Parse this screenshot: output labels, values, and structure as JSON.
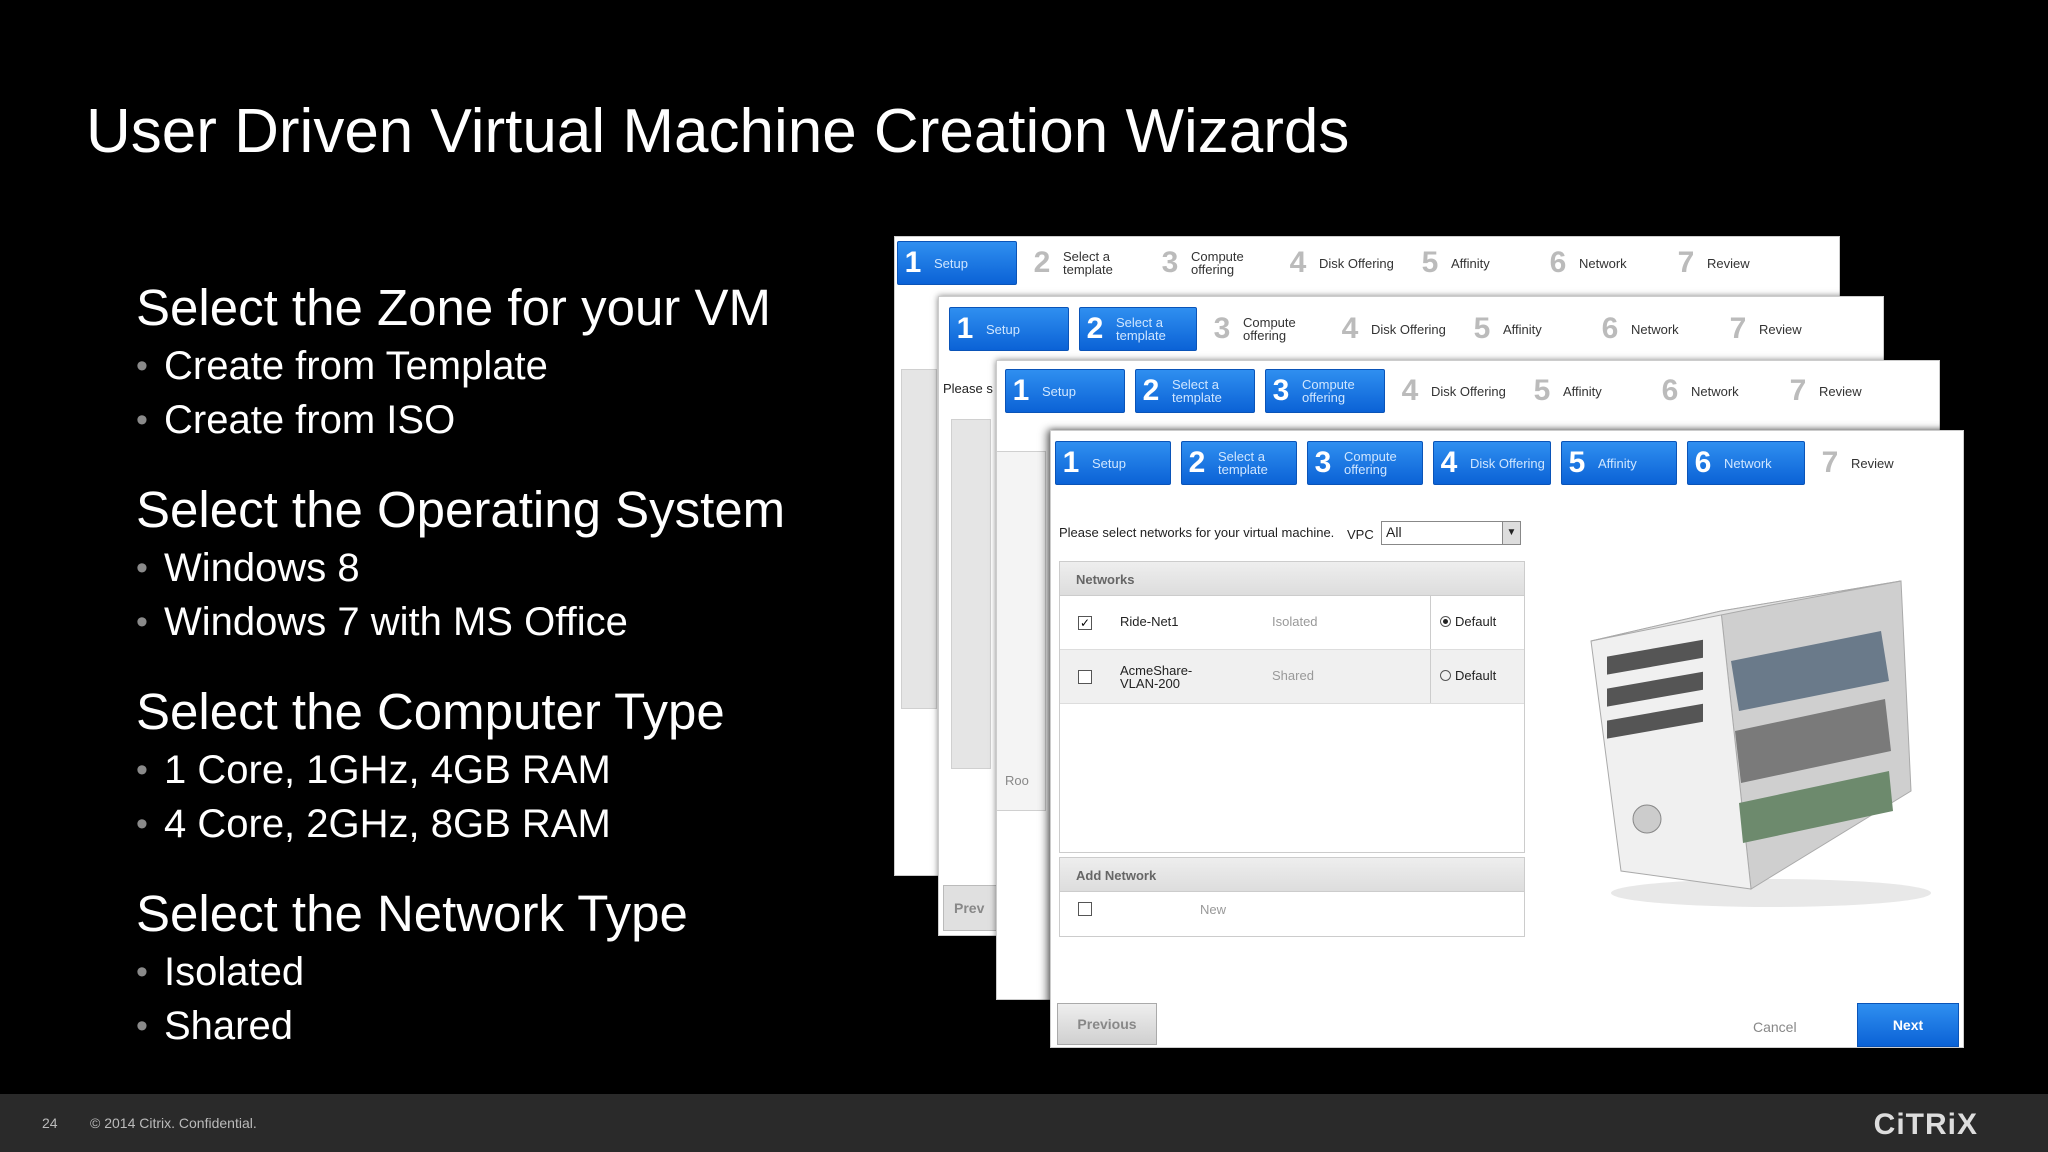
{
  "slide": {
    "title": "User Driven Virtual Machine Creation Wizards",
    "page_number": "24",
    "copyright": "© 2014 Citrix. Confidential.",
    "logo_text": "CiTRiX"
  },
  "sections": [
    {
      "heading": "Select the Zone for your VM",
      "items": [
        "Create from Template",
        "Create from ISO"
      ]
    },
    {
      "heading": "Select the Operating System",
      "items": [
        "Windows 8",
        "Windows 7 with MS Office"
      ]
    },
    {
      "heading": "Select the Computer Type",
      "items": [
        "1 Core, 1GHz, 4GB RAM",
        "4 Core, 2GHz, 8GB RAM"
      ]
    },
    {
      "heading": "Select the Network Type",
      "items": [
        "Isolated",
        "Shared"
      ]
    }
  ],
  "wizard": {
    "steps": [
      {
        "num": "1",
        "label": "Setup"
      },
      {
        "num": "2",
        "label": "Select a\ntemplate"
      },
      {
        "num": "3",
        "label": "Compute\noffering"
      },
      {
        "num": "4",
        "label": "Disk Offering"
      },
      {
        "num": "5",
        "label": "Affinity"
      },
      {
        "num": "6",
        "label": "Network"
      },
      {
        "num": "7",
        "label": "Review"
      }
    ],
    "fragment_please": "Please s",
    "fragment_roo": "Roo",
    "fragment_prev": "Prev",
    "instruction": "Please select networks for your virtual machine.",
    "vpc_label": "VPC",
    "vpc_value": "All",
    "networks_header": "Networks",
    "networks": [
      {
        "checked": "✓",
        "name": "Ride-Net1",
        "type": "Isolated",
        "default_label": "Default",
        "default_on": true
      },
      {
        "checked": "",
        "name": "AcmeShare-\nVLAN-200",
        "type": "Shared",
        "default_label": "Default",
        "default_on": false
      }
    ],
    "add_network_header": "Add Network",
    "add_network_row": "New",
    "previous_label": "Previous",
    "cancel_label": "Cancel",
    "next_label": "Next"
  }
}
